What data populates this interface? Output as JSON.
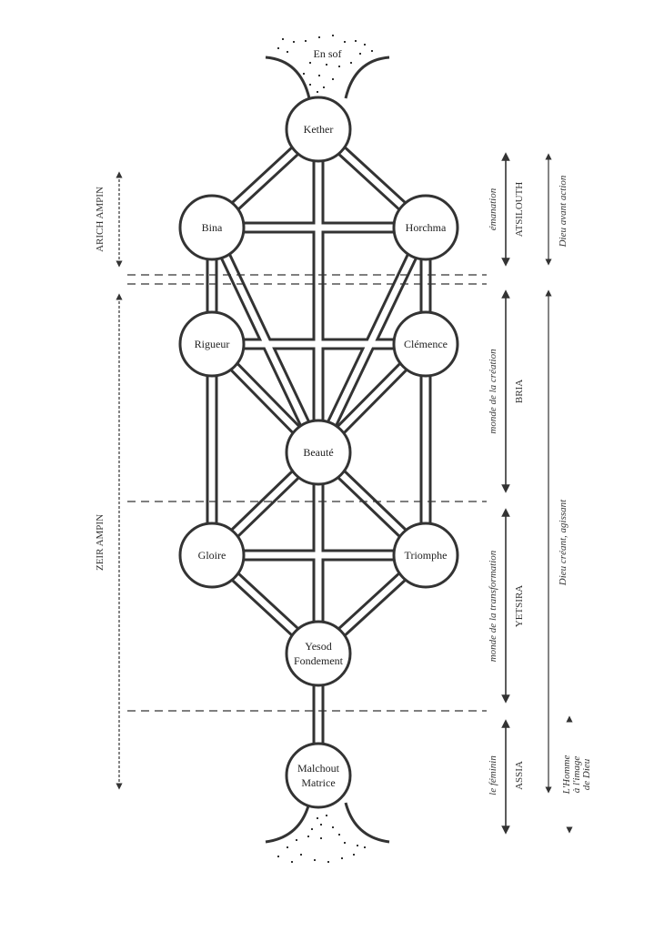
{
  "title": "Arbre des Sefirot",
  "source_label": "En sof",
  "nodes": [
    {
      "id": "kether",
      "label": [
        "Kether"
      ]
    },
    {
      "id": "bina",
      "label": [
        "Bina"
      ]
    },
    {
      "id": "horchma",
      "label": [
        "Horchma"
      ]
    },
    {
      "id": "rigueur",
      "label": [
        "Rigueur"
      ]
    },
    {
      "id": "clemence",
      "label": [
        "Clémence"
      ]
    },
    {
      "id": "beaute",
      "label": [
        "Beauté"
      ]
    },
    {
      "id": "gloire",
      "label": [
        "Gloire"
      ]
    },
    {
      "id": "triomphe",
      "label": [
        "Triomphe"
      ]
    },
    {
      "id": "yesod",
      "label": [
        "Yesod",
        "Fondement"
      ]
    },
    {
      "id": "malchout",
      "label": [
        "Malchout",
        "Matrice"
      ]
    }
  ],
  "paths": [
    [
      "kether",
      "bina"
    ],
    [
      "kether",
      "horchma"
    ],
    [
      "kether",
      "beaute"
    ],
    [
      "bina",
      "horchma"
    ],
    [
      "bina",
      "rigueur"
    ],
    [
      "bina",
      "beaute"
    ],
    [
      "horchma",
      "clemence"
    ],
    [
      "horchma",
      "beaute"
    ],
    [
      "rigueur",
      "clemence"
    ],
    [
      "rigueur",
      "beaute"
    ],
    [
      "rigueur",
      "gloire"
    ],
    [
      "clemence",
      "beaute"
    ],
    [
      "clemence",
      "triomphe"
    ],
    [
      "beaute",
      "gloire"
    ],
    [
      "beaute",
      "triomphe"
    ],
    [
      "beaute",
      "yesod"
    ],
    [
      "gloire",
      "triomphe"
    ],
    [
      "gloire",
      "yesod"
    ],
    [
      "triomphe",
      "yesod"
    ],
    [
      "yesod",
      "malchout"
    ]
  ],
  "left_annotations": [
    {
      "id": "arich-ampin",
      "label": "ARICH AMPIN"
    },
    {
      "id": "zeir-ampin",
      "label": "ZEIR AMPIN"
    }
  ],
  "worlds": [
    {
      "id": "atsilouth",
      "name": "ATSILOUTH",
      "description": "émanation"
    },
    {
      "id": "bria",
      "name": "BRIA",
      "description": "monde de la création"
    },
    {
      "id": "yetsira",
      "name": "YETSIRA",
      "description": "monde de la transformation"
    },
    {
      "id": "assia",
      "name": "ASSIA",
      "description": "le féminin"
    }
  ],
  "right_annotations": [
    {
      "id": "dieu-avant-action",
      "label": [
        "Dieu avant action"
      ]
    },
    {
      "id": "dieu-creant-agissant",
      "label": [
        "Dieu créant, agissant"
      ]
    },
    {
      "id": "homme-image-dieu",
      "label": [
        "L'Homme",
        "à l'image",
        "de Dieu"
      ]
    }
  ]
}
